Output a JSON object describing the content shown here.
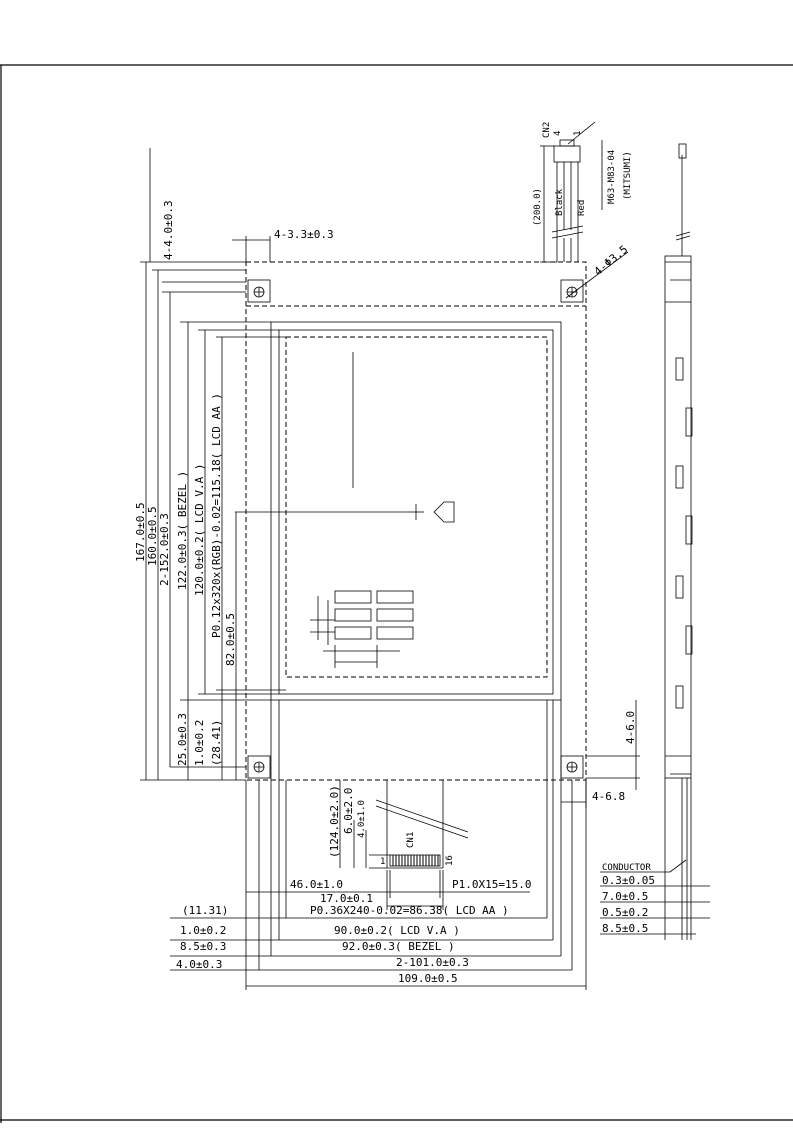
{
  "connector_top": {
    "name": "CN2",
    "pin_left": "4",
    "pin_right": "1",
    "part": "M63-M83-04",
    "maker": "(MITSUMI)",
    "wire_black": "Black",
    "wire_red": "Red",
    "cable_length": "(200.0)"
  },
  "connector_bottom": {
    "name": "CN1",
    "pin_first": "1",
    "pin_last": "16",
    "pitch": "P1.0X15=15.0"
  },
  "vertical_dims": {
    "total": "167.0±0.5",
    "d160": "160.0±0.5",
    "holes": "2-152.0±0.3",
    "bezel": "122.0±0.3( BEZEL )",
    "va": "120.0±0.2( LCD V.A )",
    "aa": "P0.12x320x(RGB)-0.02=115.18( LCD AA )",
    "center": "82.0±0.5",
    "d25": "25.0±0.3",
    "d1": "1.0±0.2",
    "d28": "(28.41)",
    "top_hole_offset": "4-4.0±0.3",
    "tail": "(124.0±2.0)",
    "d6": "6.0±2.0",
    "d4": "4.0±1.0"
  },
  "horizontal_dims": {
    "hole_size": "4-3.3±0.3",
    "hole_dia": "4-Φ3.5",
    "d46": "46.0±1.0",
    "d17": "17.0±0.1",
    "aa": "P0.36X240-0.02=86.38( LCD AA )",
    "d1131": "(11.31)",
    "va": "90.0±0.2( LCD V.A )",
    "d1": "1.0±0.2",
    "bezel": "92.0±0.3( BEZEL )",
    "d85": "8.5±0.3",
    "holes": "2-101.0±0.3",
    "d4": "4.0±0.3",
    "total": "109.0±0.5",
    "right_60": "4-6.0",
    "right_68": "4-6.8"
  },
  "side_view": {
    "label": "CONDUCTOR",
    "dims": [
      "0.3±0.05",
      "7.0±0.5",
      "0.5±0.2",
      "8.5±0.5"
    ]
  }
}
